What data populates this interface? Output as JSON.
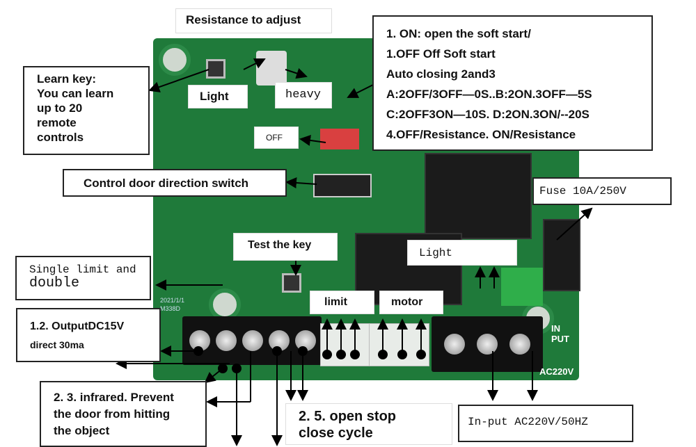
{
  "labels": {
    "resistance_adjust": "Resistance to adjust",
    "dip_info": [
      "1. ON: open the soft start/",
      "1.OFF Off Soft start",
      "Auto closing 2and3",
      "A:2OFF/3OFF—0S..B:2ON.3OFF—5S",
      "C:2OFF3ON—10S. D:2ON.3ON/--20S",
      "4.OFF/Resistance. ON/Resistance"
    ],
    "learn_key": [
      "Learn key:",
      "You can learn",
      "up to 20",
      "remote",
      "controls"
    ],
    "light_left": "Light",
    "heavy": "heavy",
    "off": "OFF",
    "direction_switch": "Control door direction switch",
    "fuse": "Fuse 10A/250V",
    "test_key": "Test the key",
    "light_right": "Light",
    "single_limit": [
      "Single limit and",
      "double"
    ],
    "limit": "limit",
    "motor": "motor",
    "output": [
      "1.2. OutputDC15V",
      "direct 30ma"
    ],
    "infrared": [
      "2. 3.  infrared. Prevent",
      "the door from hitting",
      "the object"
    ],
    "open_stop": [
      "2. 5.  open stop",
      "close cycle"
    ],
    "input": "In-put AC220V/50HZ"
  },
  "board_silkscreen": {
    "date": "2021/1/1",
    "model": "M338D",
    "in_put": "IN PUT",
    "voltage": "AC220V"
  },
  "colors": {
    "board": "#1f7a3a",
    "terminal_green": "#2fae4a",
    "dip_switch": "#d94040"
  }
}
